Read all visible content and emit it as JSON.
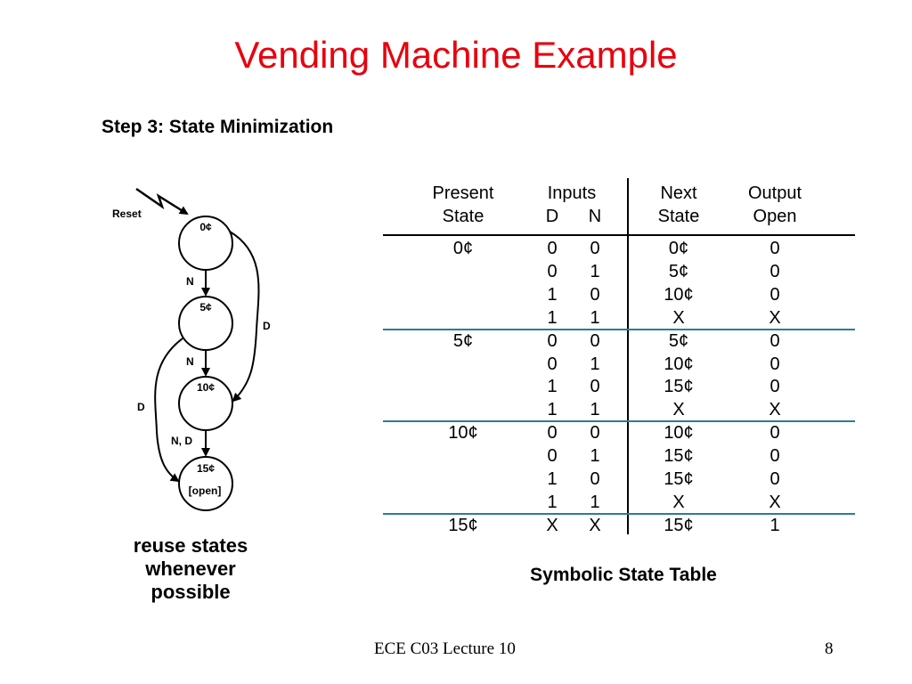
{
  "slide": {
    "title": "Vending Machine Example",
    "subtitle": "Step 3: State Minimization",
    "note_lines": [
      "reuse states",
      "whenever",
      "possible"
    ],
    "footer_left": "ECE C03 Lecture 10",
    "page_number": "8"
  },
  "diagram": {
    "reset_label": "Reset",
    "states": [
      "0¢",
      "5¢",
      "10¢",
      "15¢"
    ],
    "final_output_label": "[open]",
    "edge_labels": {
      "n1": "N",
      "n2": "N",
      "nd": "N, D",
      "d_right": "D",
      "d_left": "D"
    }
  },
  "table": {
    "caption": "Symbolic State Table",
    "headers": {
      "present_1": "Present",
      "present_2": "State",
      "inputs_1": "Inputs",
      "input_d": "D",
      "input_n": "N",
      "next_1": "Next",
      "next_2": "State",
      "output_1": "Output",
      "output_2": "Open"
    },
    "rows": [
      [
        "0¢",
        "0",
        "0",
        "0¢",
        "0"
      ],
      [
        "",
        "0",
        "1",
        "5¢",
        "0"
      ],
      [
        "",
        "1",
        "0",
        "10¢",
        "0"
      ],
      [
        "",
        "1",
        "1",
        "X",
        "X"
      ],
      [
        "5¢",
        "0",
        "0",
        "5¢",
        "0"
      ],
      [
        "",
        "0",
        "1",
        "10¢",
        "0"
      ],
      [
        "",
        "1",
        "0",
        "15¢",
        "0"
      ],
      [
        "",
        "1",
        "1",
        "X",
        "X"
      ],
      [
        "10¢",
        "0",
        "0",
        "10¢",
        "0"
      ],
      [
        "",
        "0",
        "1",
        "15¢",
        "0"
      ],
      [
        "",
        "1",
        "0",
        "15¢",
        "0"
      ],
      [
        "",
        "1",
        "1",
        "X",
        "X"
      ],
      [
        "15¢",
        "X",
        "X",
        "15¢",
        "1"
      ]
    ]
  }
}
